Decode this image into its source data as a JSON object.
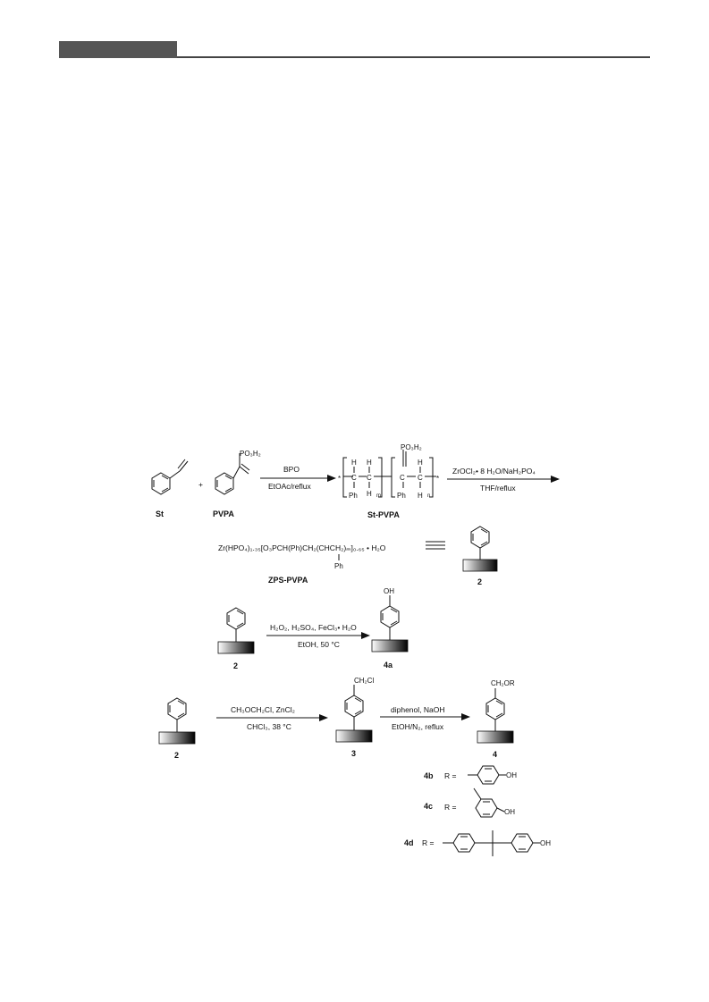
{
  "labels": {
    "st": "St",
    "pvpa": "PVPA",
    "st_pvpa": "St-PVPA",
    "zps_pvpa": "ZPS-PVPA",
    "c2a": "2",
    "c2b": "2",
    "c2c": "2",
    "c4a": "4a",
    "c3": "3",
    "c4": "4",
    "c4b": "4b",
    "c4c": "4c",
    "c4d": "4d"
  },
  "plus": "+",
  "reagents": {
    "r1_top": "BPO",
    "r1_bot": "EtOAc/reflux",
    "r2_top": "ZrOCl₂• 8 H₂O/NaH₂PO₄",
    "r2_bot": "THF/reflux",
    "r3_top": "H₂O₂, H₂SO₄, FeCl₃• H₂O",
    "r3_bot": "EtOH, 50 °C",
    "r4_top": "CH₃OCH₂Cl, ZnCl₂",
    "r4_bot": "CHCl₃, 38 °C",
    "r5_top": "diphenol, NaOH",
    "r5_bot": "EtOH/N₂, reflux"
  },
  "groups": {
    "po3h2": "PO₃H₂",
    "po3h2_poly": "PO₃H₂",
    "h": "H",
    "c": "C",
    "ph": "Ph",
    "m": "m",
    "n": "n",
    "oh": "OH",
    "ch2cl": "CH₂Cl",
    "ch2or": "CH₂OR",
    "r_eq": "R =",
    "star": "*"
  },
  "formula": {
    "zps_text": "Zr(HPO₄)₁.₃₅[O₃PCH(Ph)CH₂(CHCH₂)ₘ]₀.₆₅ • H₂O",
    "ph_sub": "Ph"
  }
}
